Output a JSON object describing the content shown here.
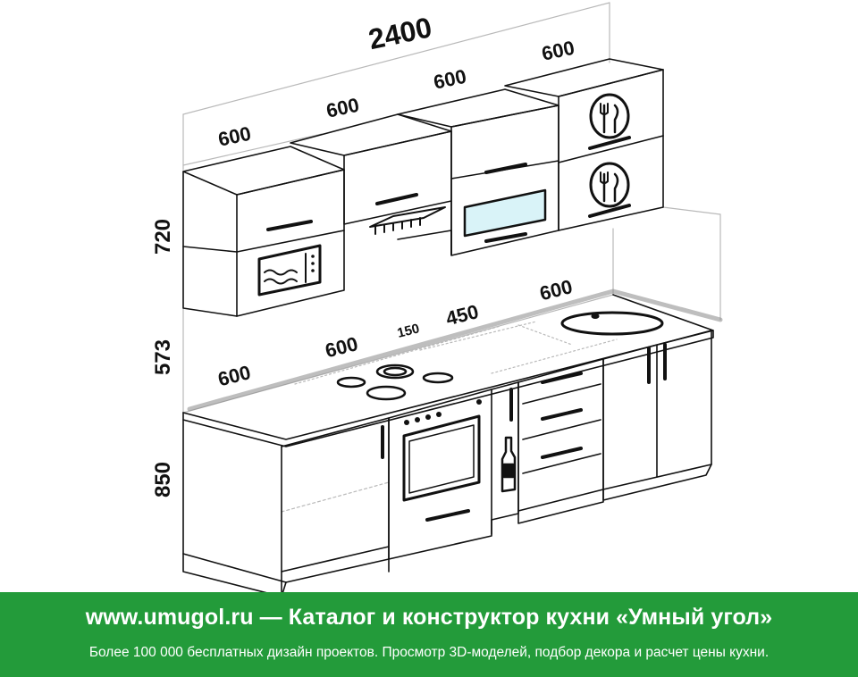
{
  "dimensions": {
    "total_width": "2400",
    "upper": [
      "600",
      "600",
      "600",
      "600"
    ],
    "counter": [
      "600",
      "600",
      "150",
      "450",
      "600"
    ],
    "heights": [
      "720",
      "573",
      "850"
    ]
  },
  "footer": {
    "title": "www.umugol.ru  —  Каталог и конструктор кухни «Умный угол»",
    "subtitle": "Более 100 000 бесплатных дизайн проектов. Просмотр 3D-моделей, подбор декора и расчет цены кухни."
  },
  "colors": {
    "line": "#111111",
    "wall": "#b9b9b9",
    "brand_green": "#239b3a",
    "glass": "#d9f3f8"
  }
}
